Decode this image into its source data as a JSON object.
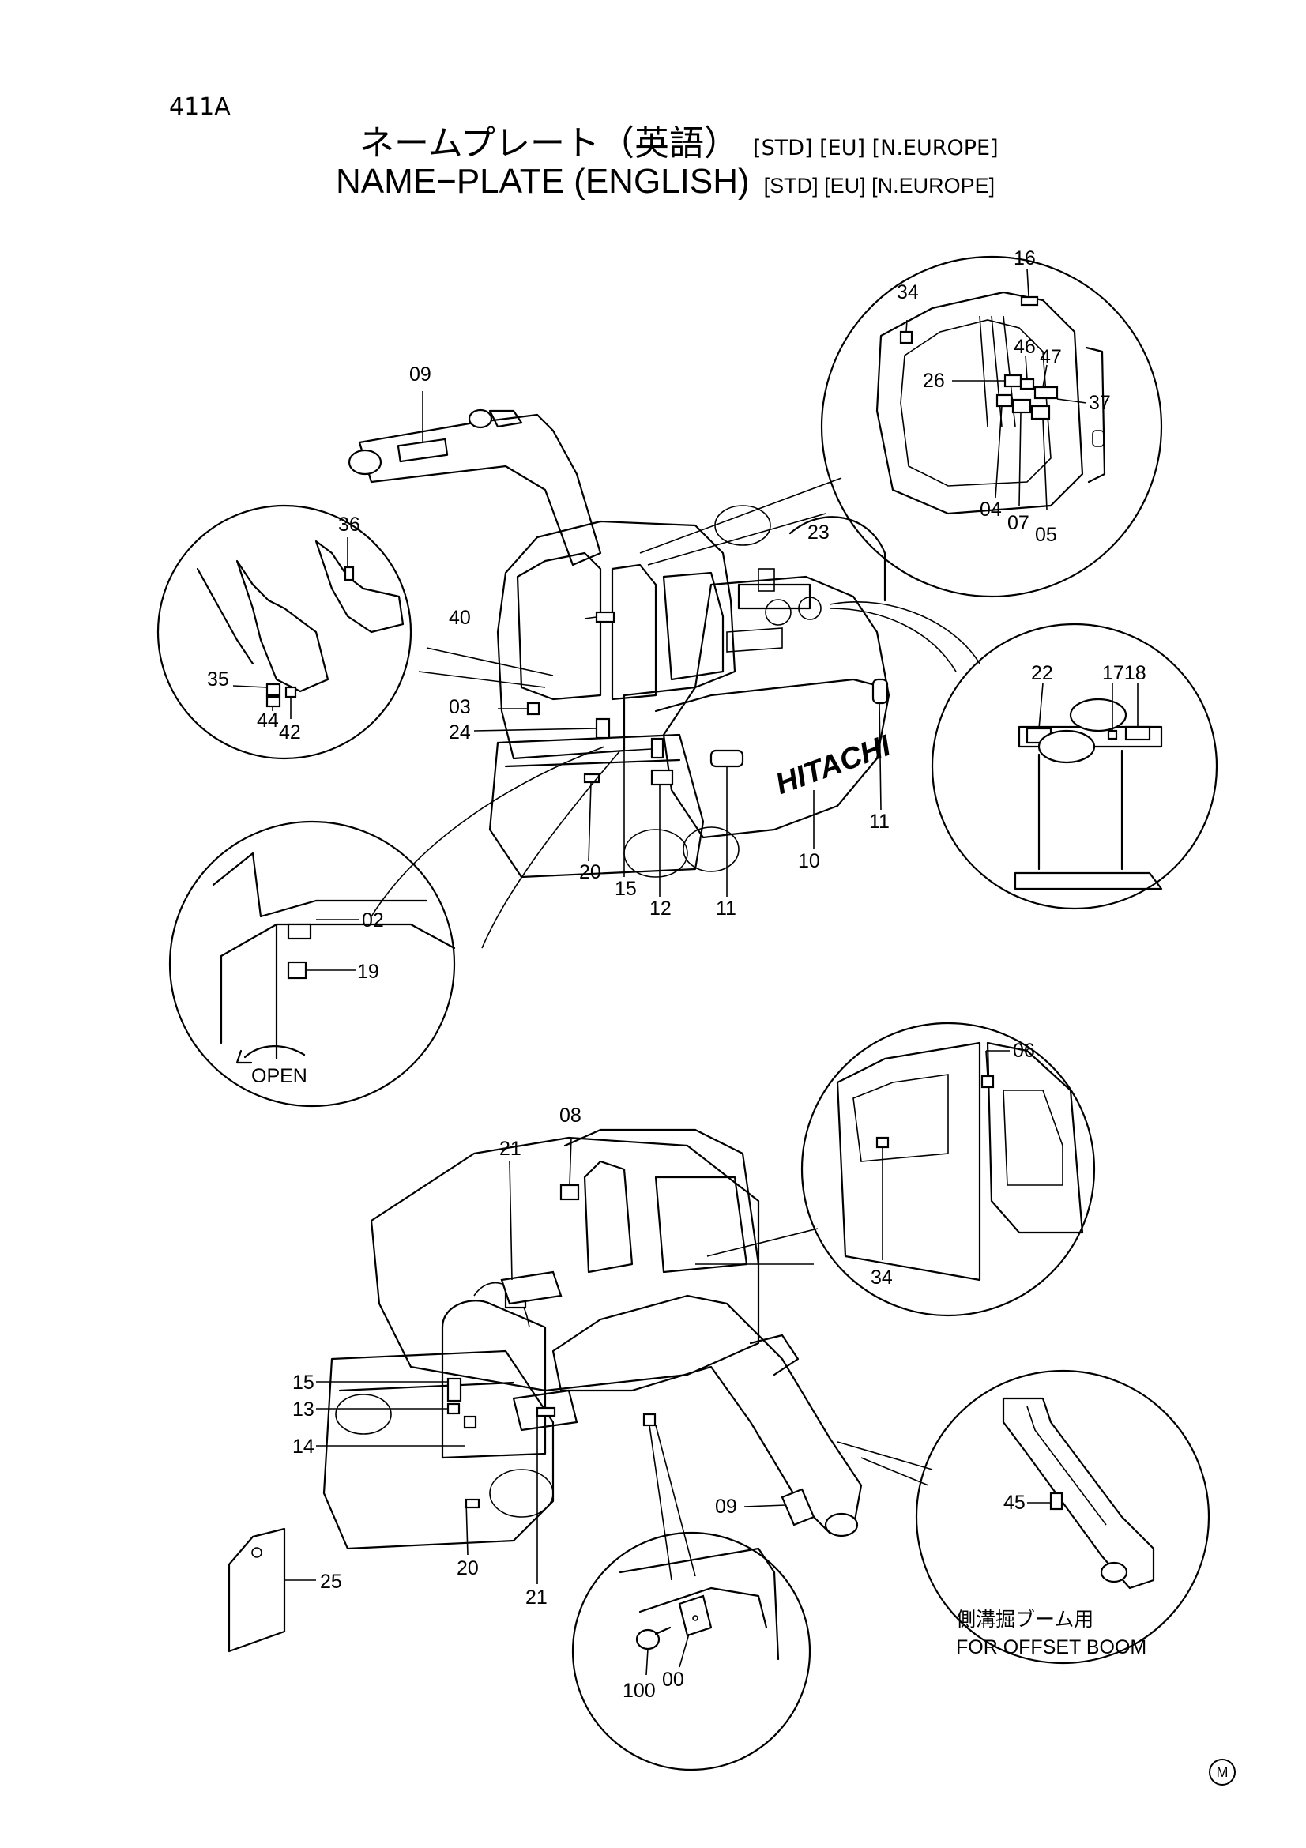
{
  "page_code": "411A",
  "title_jp": "ネームプレート（英語）",
  "title_en": "NAME−PLATE (ENGLISH)",
  "tags": "[STD] [EU] [N.EUROPE]",
  "brand_text": "HITACHI",
  "captions": {
    "open": "OPEN",
    "offset_jp": "側溝掘ブーム用",
    "offset_en": "FOR OFFSET BOOM"
  },
  "callouts_top": [
    "09",
    "36",
    "40",
    "35",
    "44",
    "42",
    "03",
    "24",
    "20",
    "15",
    "12",
    "11",
    "10",
    "11",
    "02",
    "19",
    "23",
    "16",
    "34",
    "26",
    "46",
    "47",
    "37",
    "04",
    "07",
    "05",
    "22",
    "1718"
  ],
  "callouts_bottom": [
    "08",
    "21",
    "06",
    "34",
    "15",
    "13",
    "14",
    "20",
    "21",
    "09",
    "25",
    "45",
    "100",
    "00"
  ],
  "footer_mark": "M"
}
